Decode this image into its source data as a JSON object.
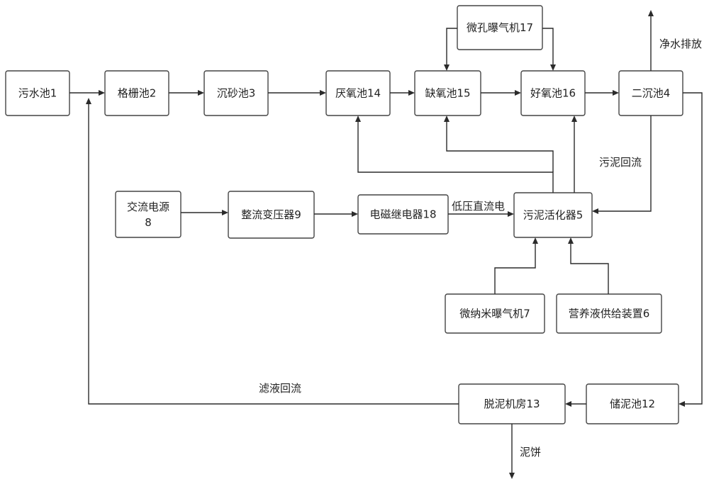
{
  "nodes": {
    "sewage_tank": "污水池1",
    "grille_tank": "格栅池2",
    "grit_tank": "沉砂池3",
    "anaerobic_tank": "厌氧池14",
    "anoxic_tank": "缺氧池15",
    "aerobic_tank": "好氧池16",
    "secondary_clarifier": "二沉池4",
    "microporous_aerator": "微孔曝气机17",
    "ac_power": [
      "交流电源",
      "8"
    ],
    "rectifier_transformer": "整流变压器9",
    "electromagnetic_relay": "电磁继电器18",
    "sludge_activator": "污泥活化器5",
    "micro_nano_aerator": "微纳米曝气机7",
    "nutrient_supply": "营养液供给装置6",
    "sludge_storage": "储泥池12",
    "dewatering_room": "脱泥机房13"
  },
  "edge_labels": {
    "clean_water_discharge": "净水排放",
    "sludge_return": "污泥回流",
    "low_voltage_dc": "低压直流电",
    "filtrate_return": "滤液回流",
    "sludge_cake": "泥饼"
  },
  "colors": {
    "box_stroke": "#444444",
    "line": "#2b2b2b",
    "text": "#222222",
    "background": "#ffffff"
  }
}
